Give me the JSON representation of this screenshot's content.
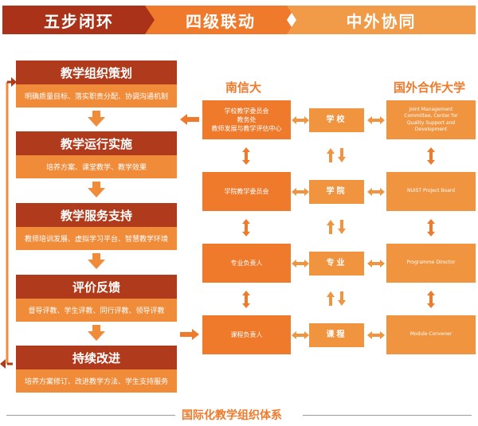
{
  "header": [
    "五步闭环",
    "四级联动",
    "中外协同"
  ],
  "steps": [
    {
      "title": "教学组织策划",
      "desc": "明确质量目标、落实职责分配、协调沟通机制"
    },
    {
      "title": "教学运行实施",
      "desc": "培养方案、课堂教学、教学效果"
    },
    {
      "title": "教学服务支持",
      "desc": "教师培训发展、虚拟学习平台、智慧教学环境"
    },
    {
      "title": "评价反馈",
      "desc": "督导评教、学生评教、同行评教、领导评教"
    },
    {
      "title": "持续改进",
      "desc": "培养方案修订、改进教学方法、学生支持服务"
    }
  ],
  "columns": {
    "left_title": "南信大",
    "right_title": "国外合作大学"
  },
  "rows": [
    {
      "left": [
        "学校教学委员会",
        "教务处",
        "教师发展与教学评估中心"
      ],
      "mid": "学校",
      "right": "Joint Management Committee, Center for Quality Support and Development"
    },
    {
      "left": [
        "学院教学委员会"
      ],
      "mid": "学院",
      "right": "NUIST Project Board"
    },
    {
      "left": [
        "专业负责人"
      ],
      "mid": "专业",
      "right": "Programme Director"
    },
    {
      "left": [
        "课程负责人"
      ],
      "mid": "课程",
      "right": "Module Convener"
    }
  ],
  "footer": "国际化教学组织体系",
  "colors": {
    "dark": "#a93219",
    "orange": "#ef7a2c",
    "light": "#f09440"
  }
}
